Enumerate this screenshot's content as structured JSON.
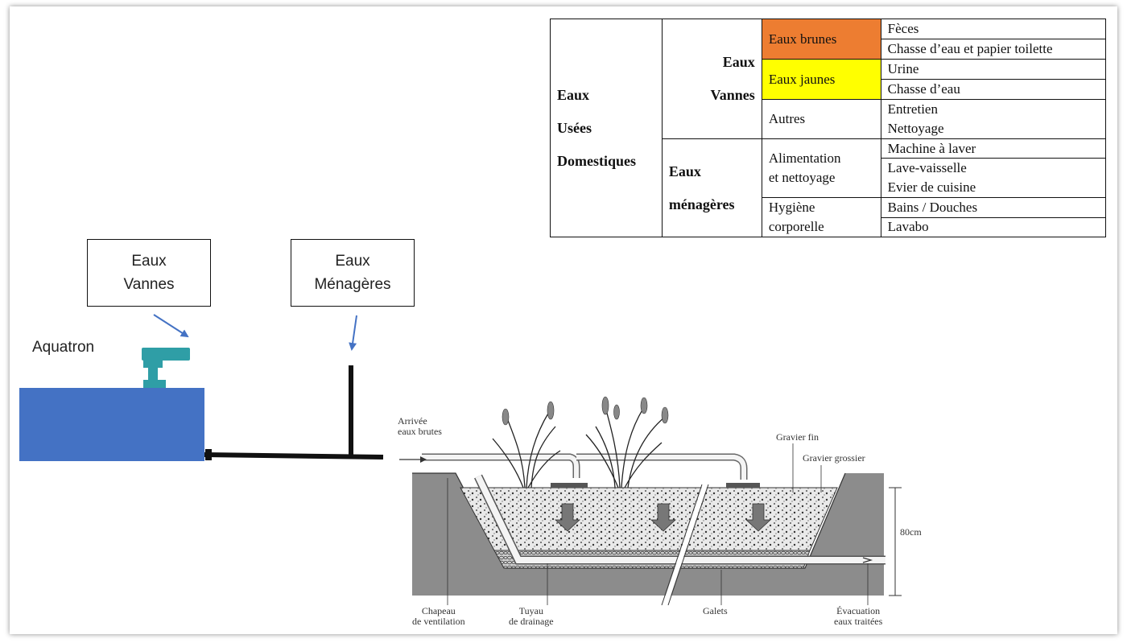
{
  "table": {
    "root_lines": [
      "Eaux",
      "Usées",
      "Domestiques"
    ],
    "vannes_lines": [
      "Eaux",
      "Vannes"
    ],
    "menageres_lines": [
      "Eaux",
      "ménagères"
    ],
    "brunes": "Eaux brunes",
    "brunes_items": [
      "Fèces",
      "Chasse d’eau et papier toilette"
    ],
    "jaunes": "Eaux jaunes",
    "jaunes_items": [
      "Urine",
      "Chasse d’eau"
    ],
    "autres": "Autres",
    "autres_items": [
      "Entretien",
      "Nettoyage"
    ],
    "alimentation_lines": [
      "Alimentation",
      "et nettoyage"
    ],
    "alimentation_items": [
      "Machine à laver",
      "Lave-vaisselle",
      "Evier de cuisine"
    ],
    "hygiene_lines": [
      "Hygiène",
      "corporelle"
    ],
    "hygiene_items": [
      "Bains / Douches",
      "Lavabo"
    ],
    "brunes_color": "#ed7d31",
    "jaunes_color": "#ffff00"
  },
  "boxes": {
    "vannes_lines": [
      "Eaux",
      "Vannes"
    ],
    "menageres_lines": [
      "Eaux",
      "Ménagères"
    ]
  },
  "aquatron_label": "Aquatron",
  "aquatron_color": "#4472c4",
  "arrow_color": "#4472c4",
  "filter": {
    "arrivee": [
      "Arrivée",
      "eaux brutes"
    ],
    "gravier_fin": "Gravier fin",
    "gravier_grossier": "Gravier grossier",
    "depth": "80cm",
    "chapeau": [
      "Chapeau",
      "de ventilation"
    ],
    "tuyau": [
      "Tuyau",
      "de drainage"
    ],
    "galets": "Galets",
    "evacuation": [
      "Évacuation",
      "eaux traitées"
    ]
  }
}
